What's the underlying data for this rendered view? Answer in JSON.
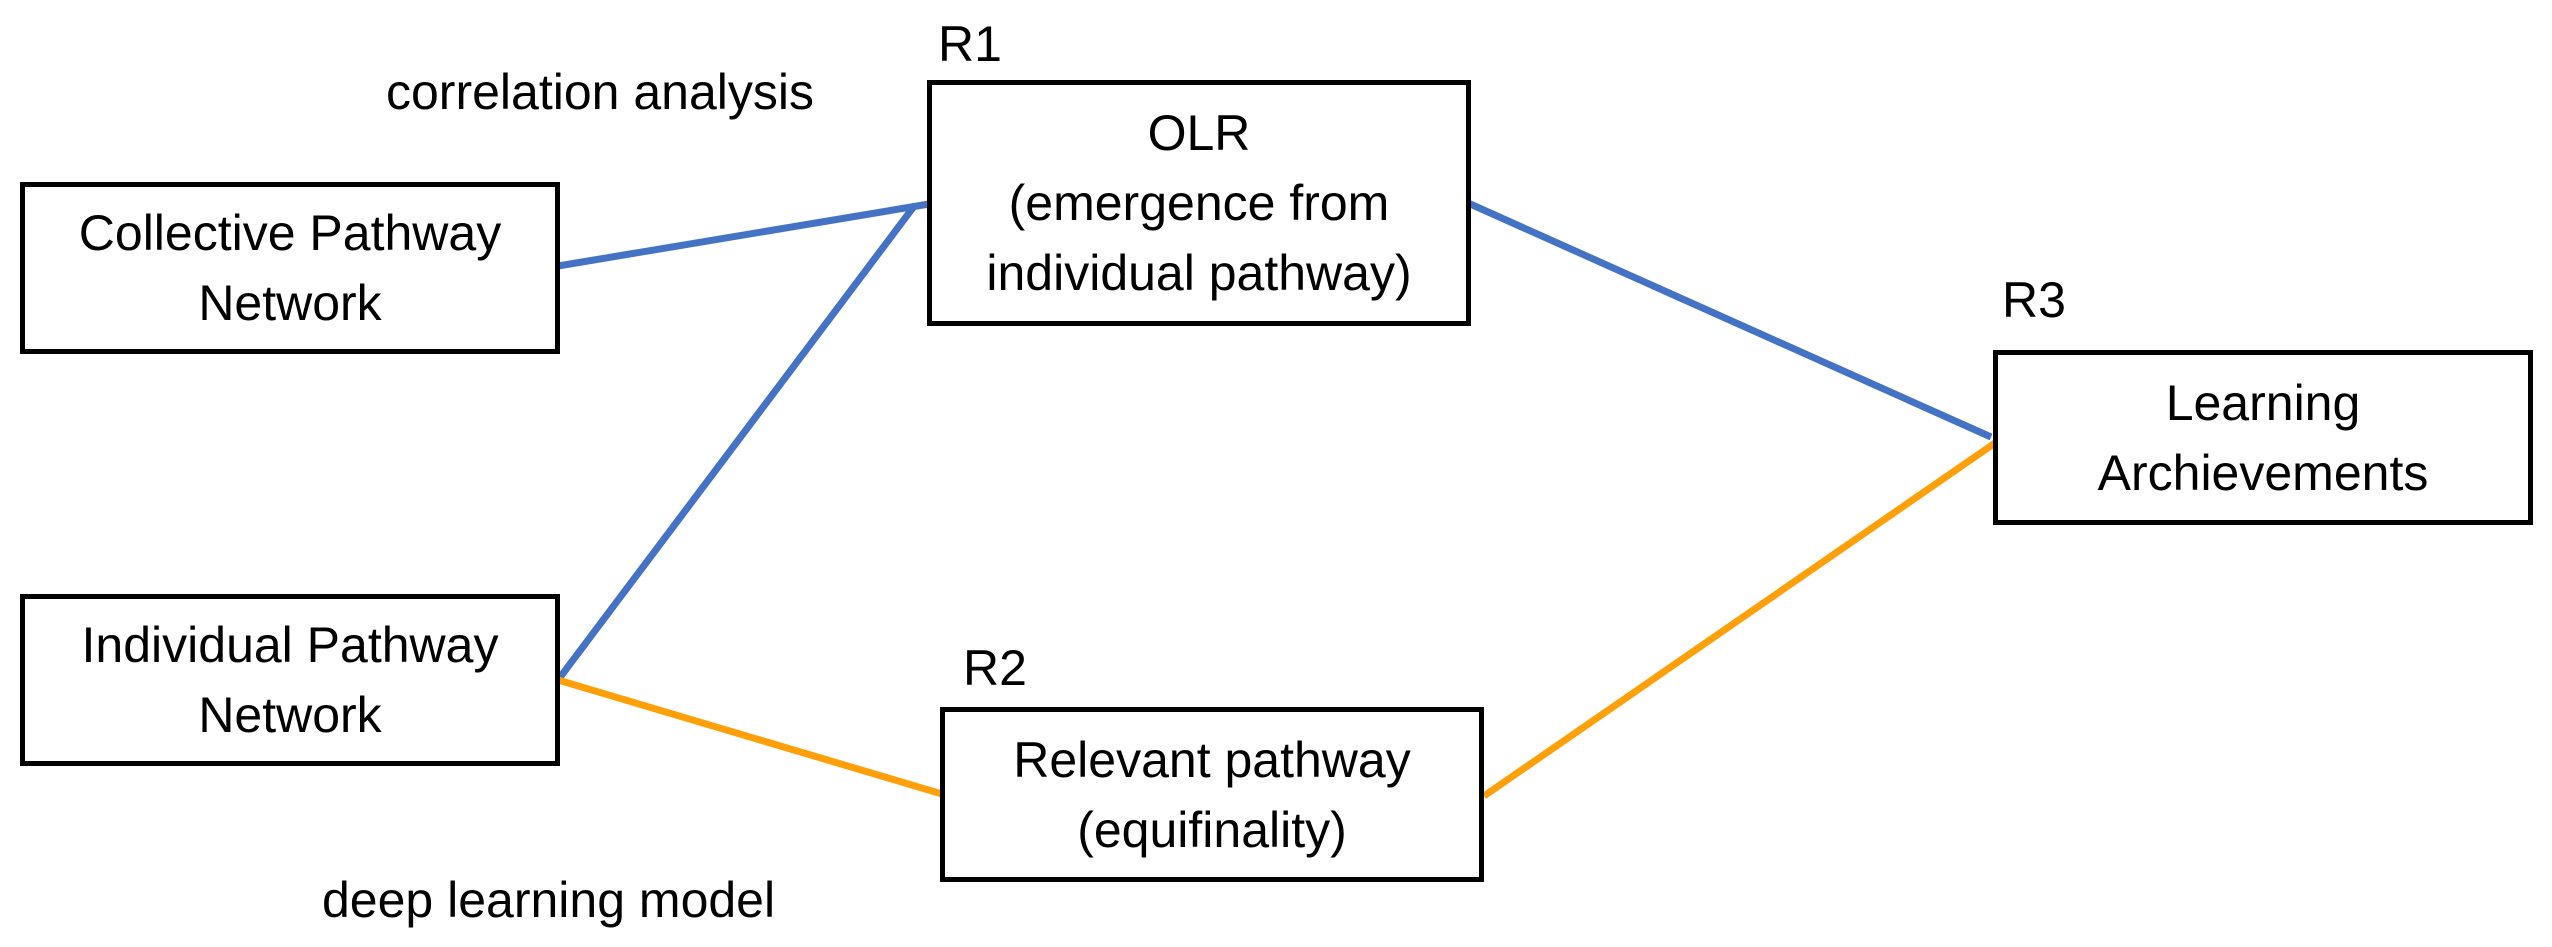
{
  "nodes": {
    "collective": {
      "lines": [
        "Collective Pathway",
        "Network"
      ]
    },
    "individual": {
      "lines": [
        "Individual Pathway",
        "Network"
      ]
    },
    "olr": {
      "lines": [
        "OLR",
        "(emergence from",
        "individual pathway)"
      ]
    },
    "relevant": {
      "lines": [
        "Relevant pathway",
        "(equifinality)"
      ]
    },
    "learning": {
      "lines": [
        "Learning",
        "Archievements"
      ]
    }
  },
  "tags": {
    "r1": "R1",
    "r2": "R2",
    "r3": "R3"
  },
  "annotations": {
    "top": "correlation analysis",
    "bottom": "deep learning model"
  },
  "colors": {
    "blue": "#4472C4",
    "orange": "#FFA00A",
    "box_border": "#000000"
  }
}
